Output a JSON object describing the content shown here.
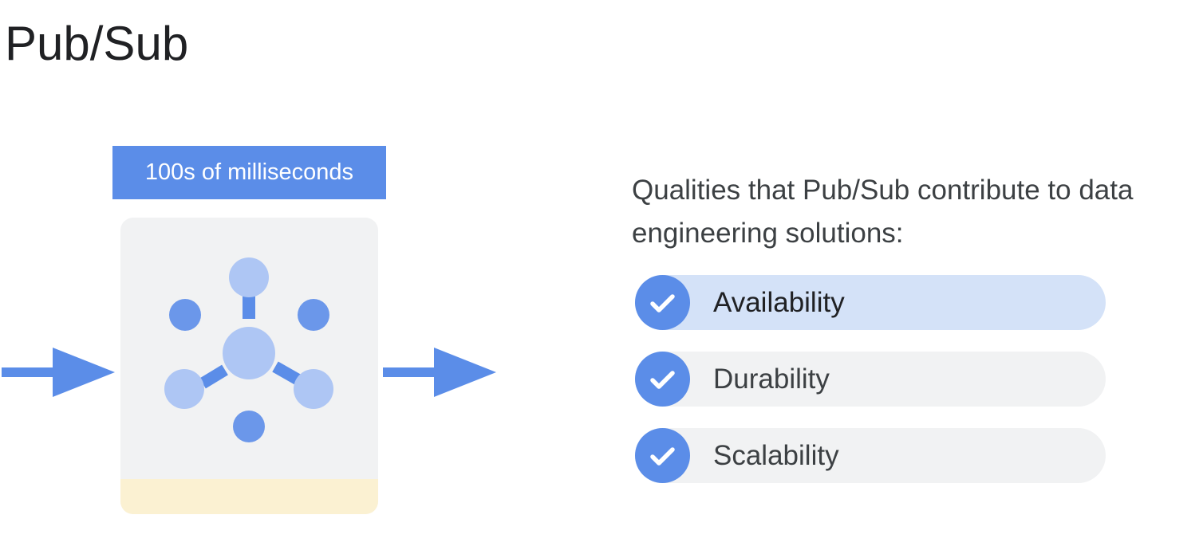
{
  "slide": {
    "title": "Pub/Sub"
  },
  "diagram": {
    "latency_label": "100s of milliseconds",
    "center_icon": "pubsub-hub-icon",
    "input_arrow_icon": "arrow-right-icon",
    "output_arrow_icon": "arrow-right-icon"
  },
  "qualities": {
    "heading": "Qualities that Pub/Sub contribute to data engineering solutions:",
    "items": [
      {
        "label": "Availability",
        "icon": "check-circle-icon",
        "highlighted": true
      },
      {
        "label": "Durability",
        "icon": "check-circle-icon",
        "highlighted": false
      },
      {
        "label": "Scalability",
        "icon": "check-circle-icon",
        "highlighted": false
      }
    ]
  },
  "colors": {
    "accent_blue": "#5b8de8",
    "light_blue": "#aec6f4",
    "highlight_row": "#d4e2f8",
    "card_gray": "#f1f2f3",
    "card_footer": "#fbf1d2"
  }
}
